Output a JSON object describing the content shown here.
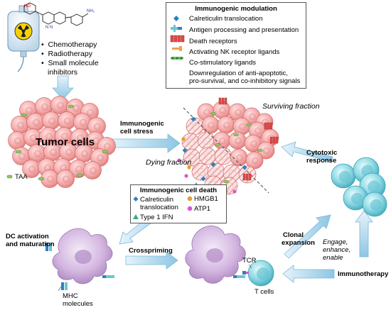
{
  "treatment": {
    "items": [
      "Chemotherapy",
      "Radiotherapy",
      "Small molecule",
      "inhibitors"
    ]
  },
  "legend_modulation": {
    "title": "Immunogenic modulation",
    "items": [
      "Calreticulin translocation",
      "Antigen processing and presentation",
      "Death receptors",
      "Activating NK receptor ligands",
      "Co-stimulatory ligands",
      "Downregulation of anti-apoptotic,",
      "pro-survival, and co-inhibitory signals"
    ]
  },
  "tumor": {
    "label": "Tumor cells",
    "taa": "TAA"
  },
  "stress": {
    "line1": "Immunogenic",
    "line2": "cell stress"
  },
  "fractions": {
    "surviving": "Surviving fraction",
    "dying": "Dying fraction"
  },
  "legend_death": {
    "title": "Immunogenic cell death",
    "calreticulin1": "Calreticulin",
    "calreticulin2": "translocation",
    "hmgb1": "HMGB1",
    "atp1": "ATP1",
    "ifn": "Type 1 IFN"
  },
  "dc": {
    "line1": "DC activation",
    "line2": "and maturation",
    "crosspriming": "Crosspriming",
    "mhc1": "MHC",
    "mhc2": "molecules"
  },
  "tcell": {
    "tcr": "TCR",
    "label": "T cells",
    "clonal1": "Clonal",
    "clonal2": "expansion",
    "cyto1": "Cytotoxic",
    "cyto2": "response",
    "engage1": "Engage,",
    "engage2": "enhance,",
    "engage3": "enable",
    "immunotherapy": "Immunotherapy"
  },
  "colors": {
    "tumor_cell": "#f2a3a3",
    "tumor_edge": "#d76a6a",
    "dc": "#c9a6d8",
    "tcell": "#6cc6d4",
    "arrow": "#a8d4ea",
    "calreticulin": "#2f7fbf",
    "hmgb1": "#e0a030",
    "atp1": "#d65ad0",
    "ifn": "#3aa58a",
    "taa": "#8fc860"
  }
}
